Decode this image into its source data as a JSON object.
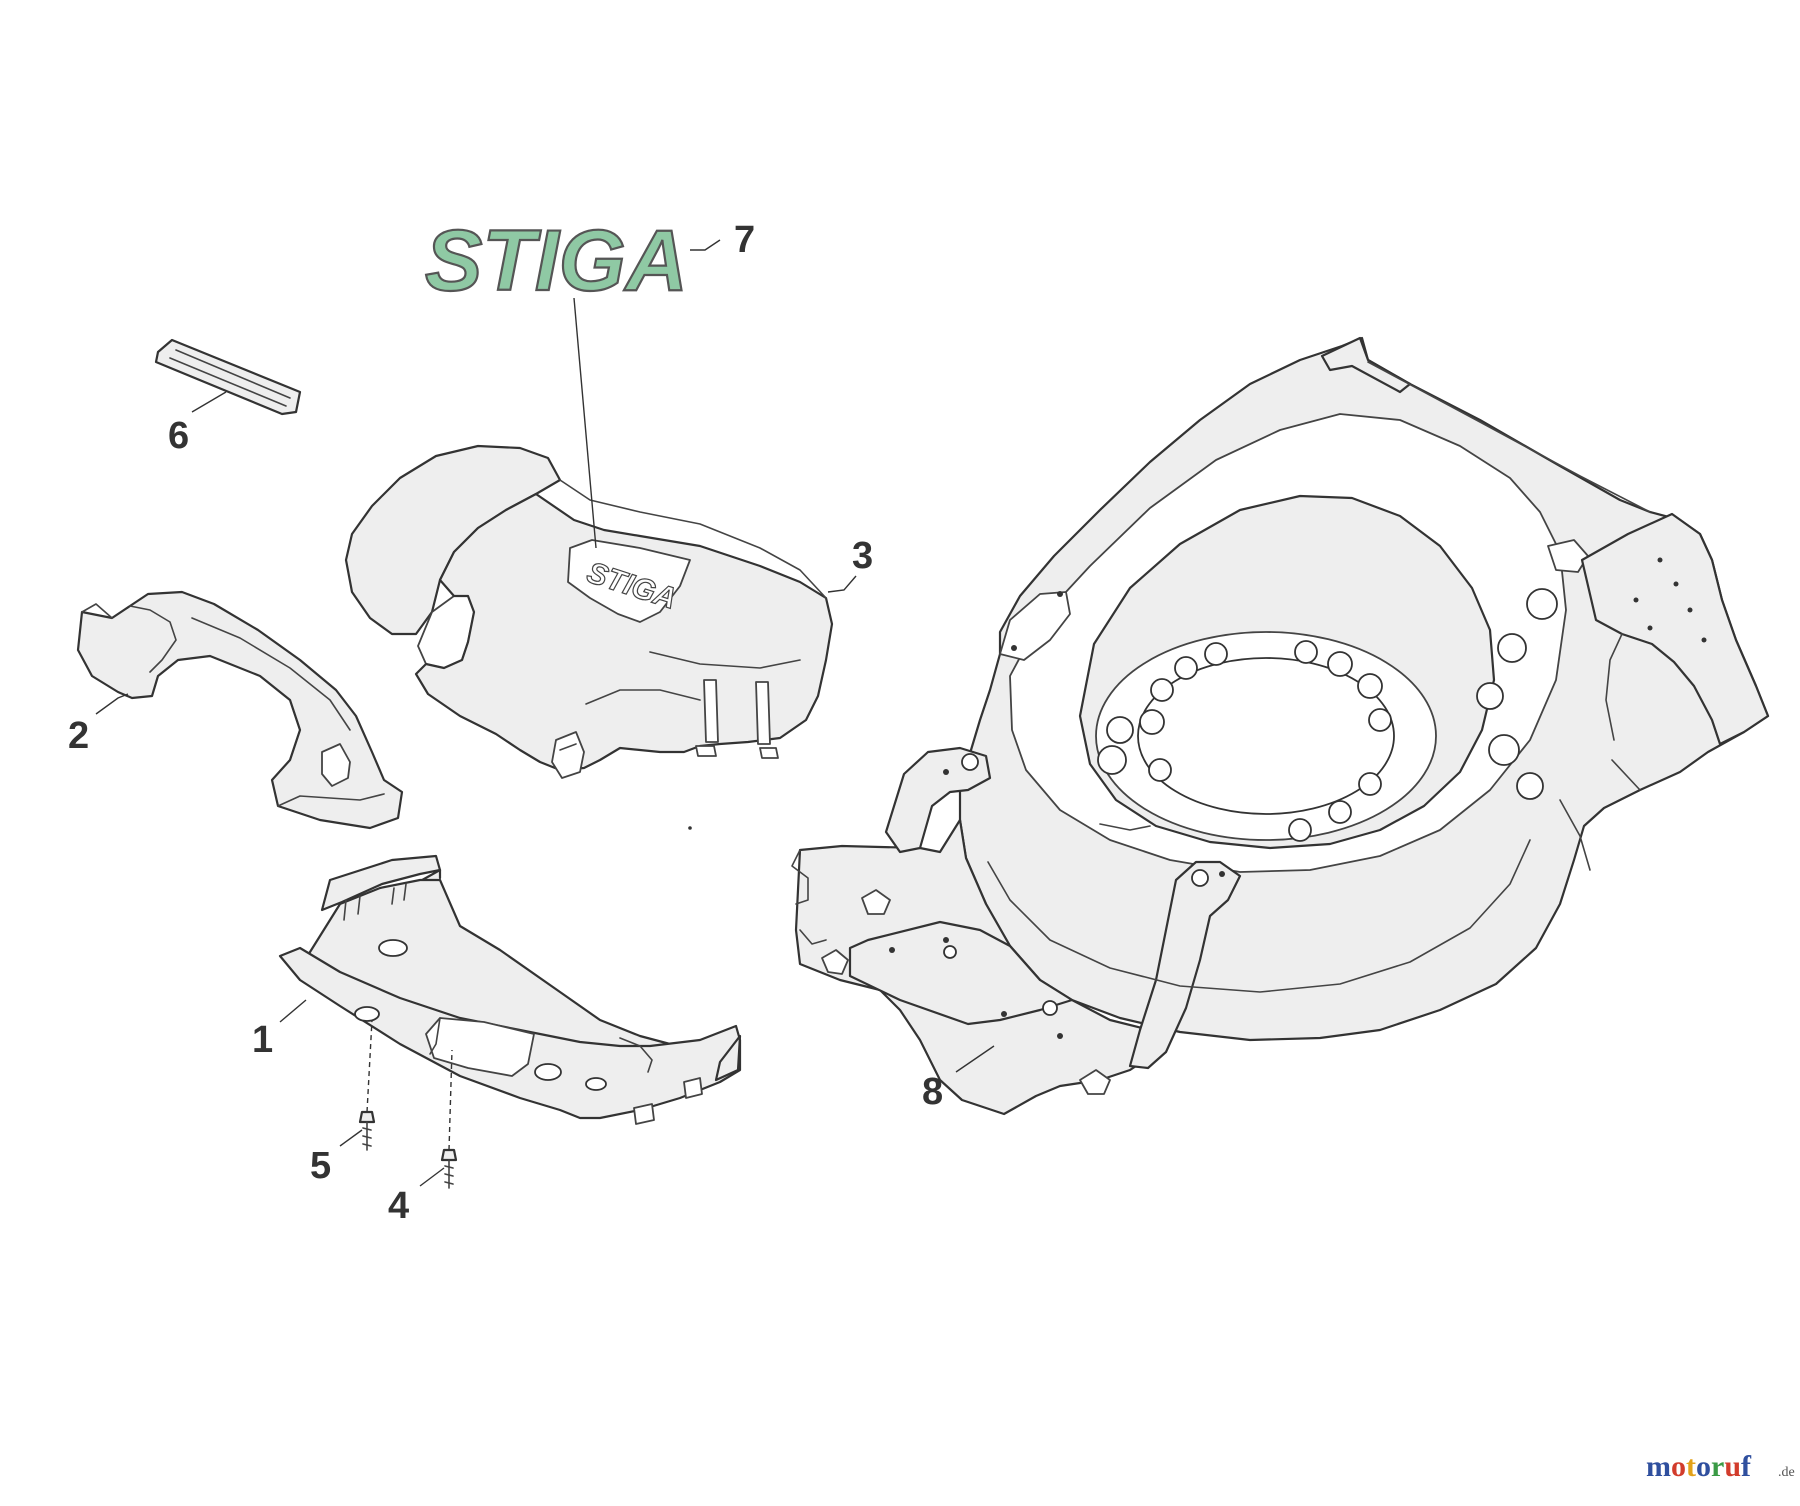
{
  "callouts": [
    {
      "id": "1",
      "label": "1"
    },
    {
      "id": "2",
      "label": "2"
    },
    {
      "id": "3",
      "label": "3"
    },
    {
      "id": "4",
      "label": "4"
    },
    {
      "id": "5",
      "label": "5"
    },
    {
      "id": "6",
      "label": "6"
    },
    {
      "id": "7",
      "label": "7"
    },
    {
      "id": "8",
      "label": "8"
    }
  ],
  "logo": {
    "brand": "STIGA",
    "color": "#8fc9a4",
    "outline": "#555555"
  },
  "hood_decal": {
    "text": "STIGA"
  },
  "watermark": {
    "parts": [
      {
        "text": "m",
        "color": "#2f4f9e"
      },
      {
        "text": "o",
        "color": "#d23c2c"
      },
      {
        "text": "t",
        "color": "#e3a21a"
      },
      {
        "text": "o",
        "color": "#2f4f9e"
      },
      {
        "text": "r",
        "color": "#3a9a45"
      },
      {
        "text": "u",
        "color": "#d23c2c"
      },
      {
        "text": "f",
        "color": "#2f4f9e"
      }
    ],
    "suffix": ".de"
  },
  "colors": {
    "line": "#333333",
    "fill": "#eeeeee"
  }
}
